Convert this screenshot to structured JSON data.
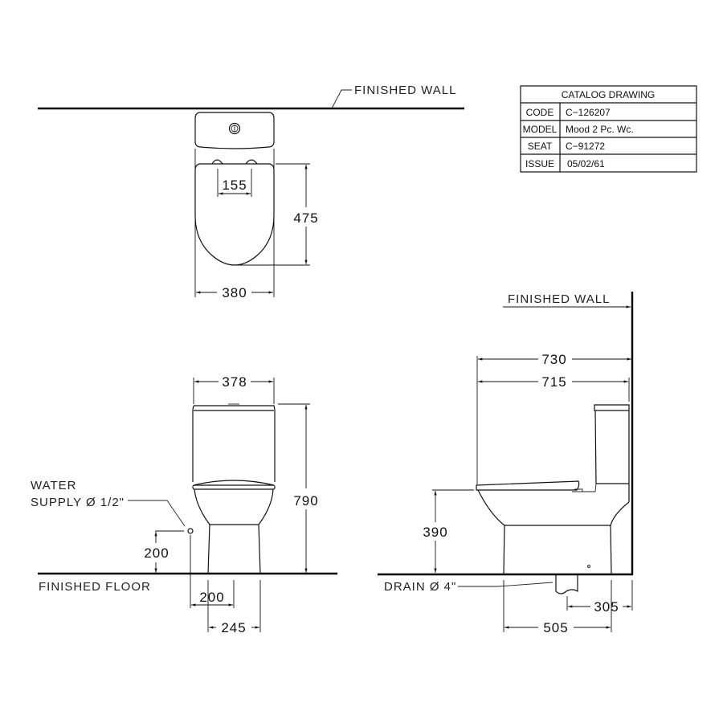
{
  "title_block": {
    "heading": "CATALOG DRAWING",
    "rows": [
      {
        "label": "CODE",
        "value": "C−126207"
      },
      {
        "label": "MODEL",
        "value": "Mood 2 Pc. Wc."
      },
      {
        "label": "SEAT",
        "value": "C−91272"
      },
      {
        "label": "ISSUE",
        "value": "05/02/61"
      }
    ]
  },
  "top_view": {
    "wall_label": "FINISHED WALL",
    "dim_hinge_spacing": "155",
    "dim_seat_depth": "475",
    "dim_width": "380"
  },
  "front_view": {
    "dim_tank_width": "378",
    "dim_height": "790",
    "water_supply_line1": "WATER",
    "water_supply_line2": "SUPPLY Ø 1/2\"",
    "dim_supply_height": "200",
    "floor_label": "FINISHED FLOOR",
    "dim_supply_offset": "200",
    "dim_base_width": "245"
  },
  "side_view": {
    "wall_label": "FINISHED WALL",
    "dim_overall_depth": "730",
    "dim_body_depth": "715",
    "dim_seat_height": "390",
    "drain_label": "DRAIN Ø 4\"",
    "dim_rough_in": "305",
    "dim_base_depth": "505"
  },
  "colors": {
    "line": "#111111",
    "background": "#ffffff"
  }
}
